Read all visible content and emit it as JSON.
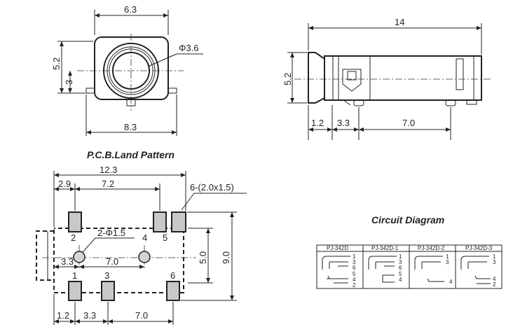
{
  "front_view": {
    "width": "6.3",
    "height": "5.2",
    "offset": "3",
    "hole": "Φ3.6",
    "base": "8.3"
  },
  "side_view": {
    "length": "14",
    "height": "5.2",
    "d1": "1.2",
    "d2": "3.3",
    "d3": "7.0"
  },
  "land_pattern": {
    "title": "P.C.B.Land Pattern",
    "overall": "12.3",
    "d_left": "2.9",
    "d_mid": "7.2",
    "pads_note": "6-(2.0x1.5)",
    "holes_note": "2-Φ1.5",
    "h_inner": "5.0",
    "h_outer": "9.0",
    "hole_left": "3.3",
    "hole_gap": "7.0",
    "b1": "1.2",
    "b2": "3.3",
    "b3": "7.0",
    "pin1": "1",
    "pin2": "2",
    "pin3": "3",
    "pin4": "4",
    "pin5": "5",
    "pin6": "6"
  },
  "circuit": {
    "title": "Circuit Diagram",
    "models": [
      "PJ-342D",
      "PJ-342D-1",
      "PJ-342D-2",
      "PJ-342D-3"
    ],
    "pins_a": [
      "1",
      "3",
      "6",
      "5",
      "4",
      "2"
    ],
    "pins_b": [
      "1",
      "3",
      "6",
      "5",
      "4"
    ],
    "pins_c": [
      "1",
      "3",
      "4"
    ],
    "pins_d": [
      "1",
      "3",
      "4",
      "2"
    ]
  }
}
